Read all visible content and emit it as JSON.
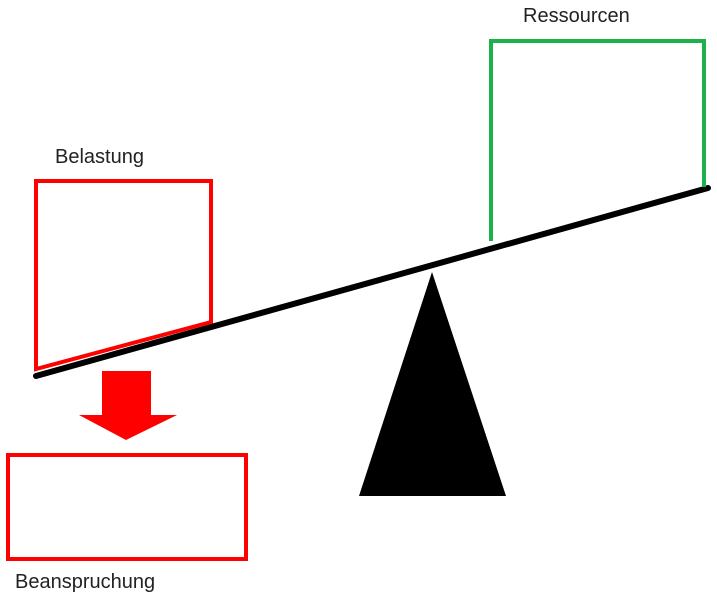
{
  "labels": {
    "belastung": "Belastung",
    "ressourcen": "Ressourcen",
    "beanspruchung": "Beanspruchung"
  },
  "colors": {
    "belastung": "#ff0000",
    "ressourcen": "#1db14b",
    "beanspruchung": "#ff0000",
    "arrow": "#ff0000",
    "beam": "#000000",
    "fulcrum": "#000000"
  }
}
